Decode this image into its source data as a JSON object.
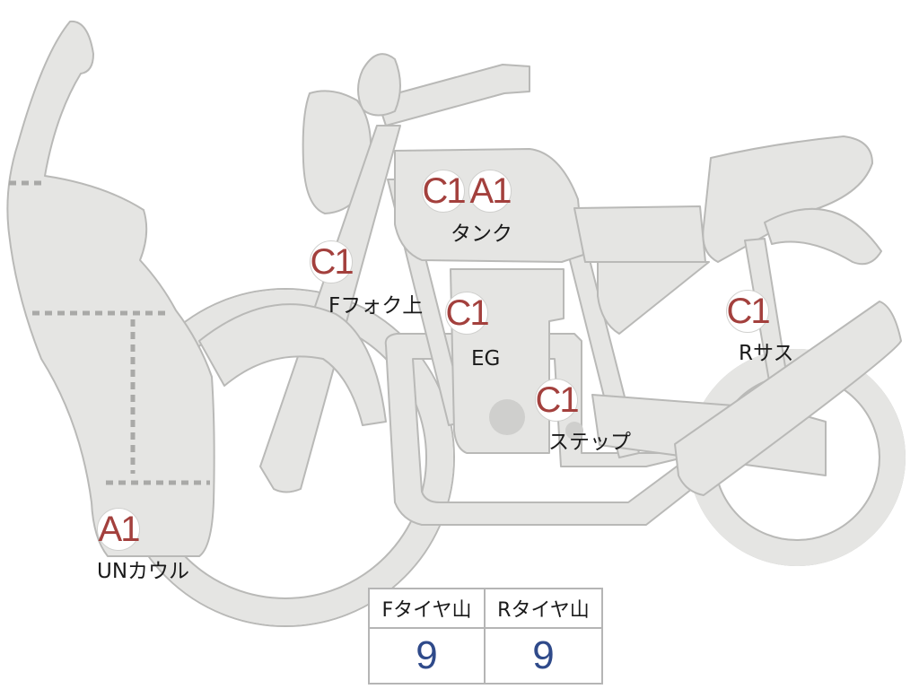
{
  "colors": {
    "body_fill": "#e5e5e3",
    "body_stroke": "#b9b9b7",
    "grade_text": "#a3403d",
    "tread_value": "#2f4a8a"
  },
  "points": [
    {
      "id": "un-cowl",
      "grade": "A1",
      "label": "UNカウル"
    },
    {
      "id": "f-fork-upper",
      "grade": "C1",
      "label": "Fフォク上"
    },
    {
      "id": "tank",
      "grades": [
        "C1",
        "A1"
      ],
      "label": "タンク"
    },
    {
      "id": "engine",
      "grade": "C1",
      "label": "EG"
    },
    {
      "id": "step",
      "grade": "C1",
      "label": "ステップ"
    },
    {
      "id": "r-suspension",
      "grade": "C1",
      "label": "Rサス"
    }
  ],
  "tread": {
    "front": {
      "header": "Fタイヤ山",
      "value": "9"
    },
    "rear": {
      "header": "Rタイヤ山",
      "value": "9"
    }
  }
}
